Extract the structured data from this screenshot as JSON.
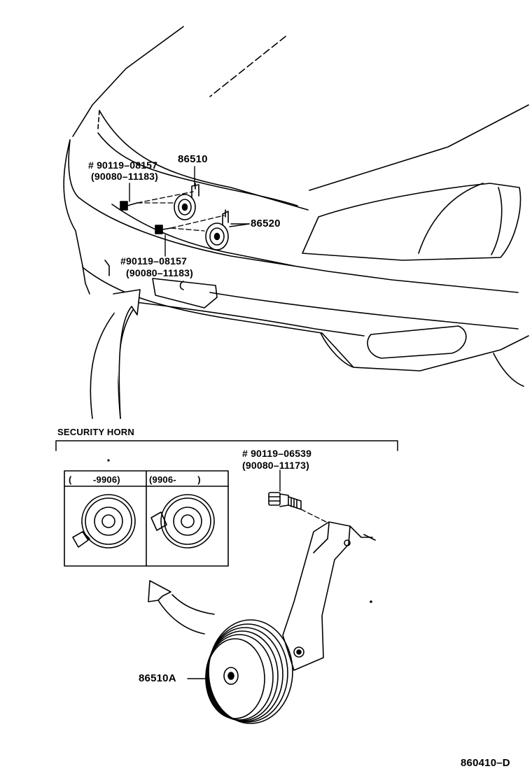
{
  "callouts": {
    "top_bolt_a": "# 90119–08157",
    "top_bolt_b": "(90080–11183)",
    "horn_high": "86510",
    "horn_low": "86520",
    "mid_bolt_a": "#90119–08157",
    "mid_bolt_b": "(90080–11183)",
    "sec_bolt_a": "# 90119–06539",
    "sec_bolt_b": "(90080–11173)",
    "security_horn_part": "86510A"
  },
  "security_horn": {
    "title": "SECURITY HORN",
    "variants": [
      {
        "range": "(        -9906)"
      },
      {
        "range": "(9906-        )"
      }
    ]
  },
  "figure_id": "860410–D"
}
